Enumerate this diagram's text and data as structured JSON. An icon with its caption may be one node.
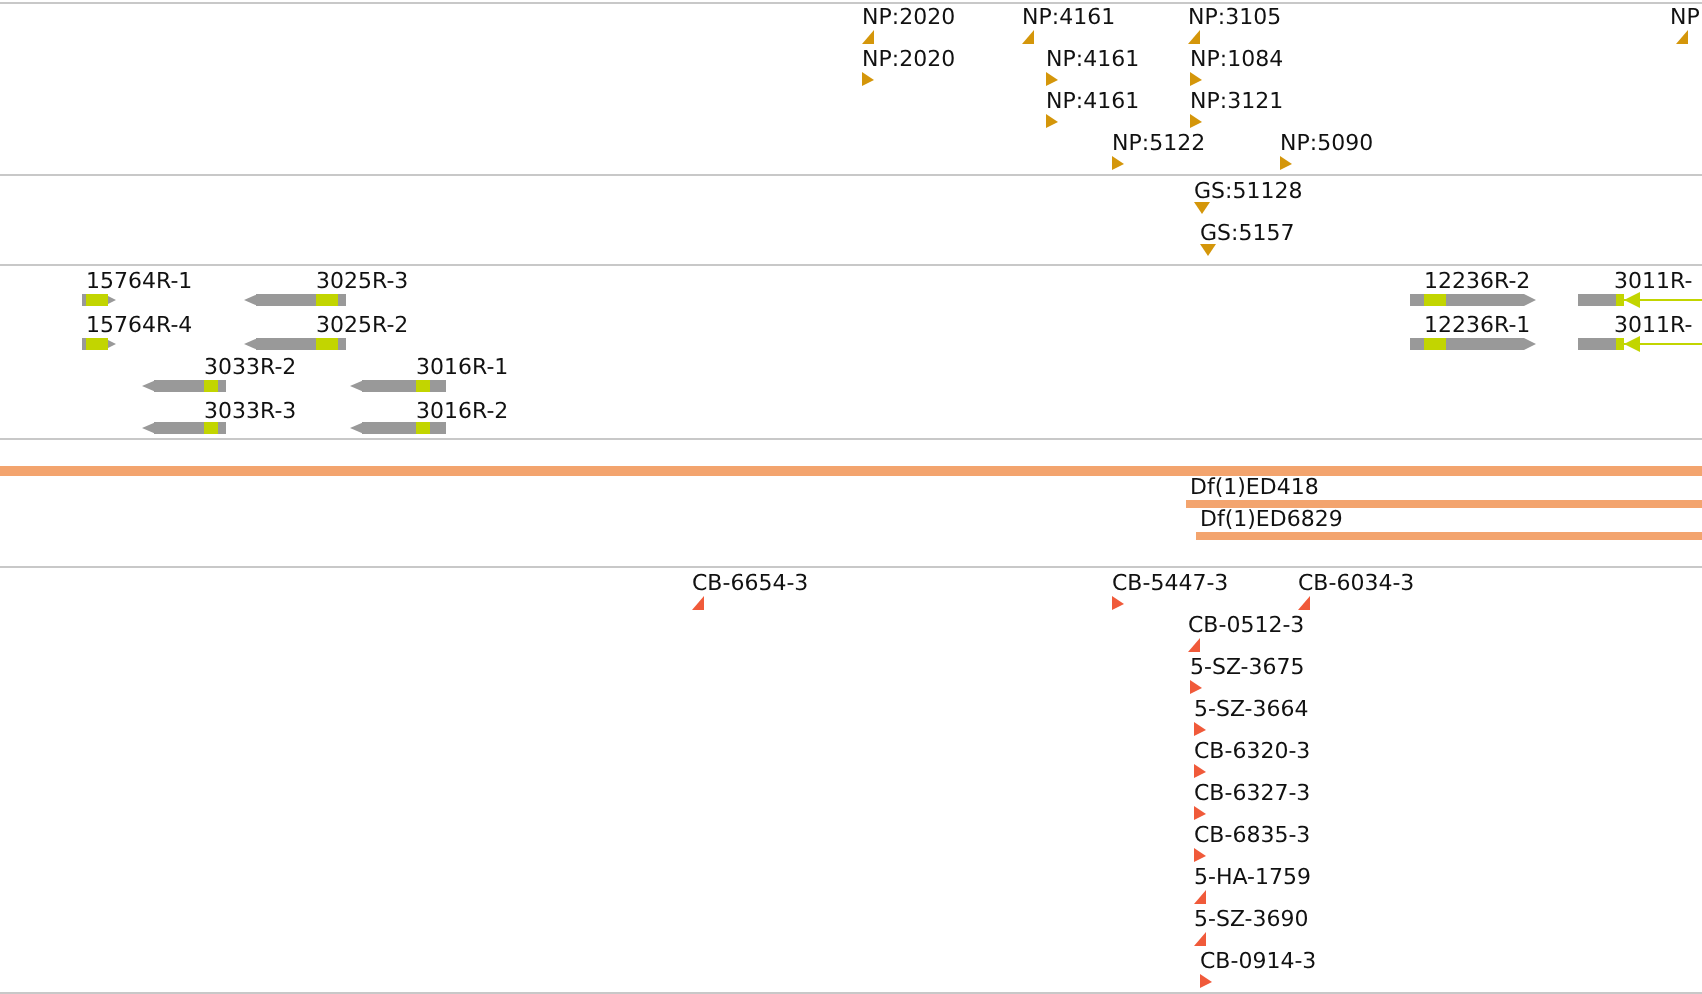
{
  "diagram": {
    "labels": [
      "NP:2020",
      "NP:4161",
      "NP:3105",
      "NP",
      "NP:2020",
      "NP:4161",
      "NP:1084",
      "NP:4161",
      "NP:3121",
      "NP:5122",
      "NP:5090",
      "GS:51128",
      "GS:5157",
      "15764R-1",
      "3025R-3",
      "12236R-2",
      "3011R-",
      "15764R-4",
      "3025R-2",
      "12236R-1",
      "3011R-",
      "3033R-2",
      "3016R-1",
      "3033R-3",
      "3016R-2",
      "Df(1)ED418",
      "Df(1)ED6829",
      "CB-6654-3",
      "CB-5447-3",
      "CB-6034-3",
      "CB-0512-3",
      "5-SZ-3675",
      "5-SZ-3664",
      "CB-6320-3",
      "CB-6327-3",
      "CB-6835-3",
      "5-HA-1759",
      "5-SZ-3690",
      "CB-0914-3"
    ]
  }
}
